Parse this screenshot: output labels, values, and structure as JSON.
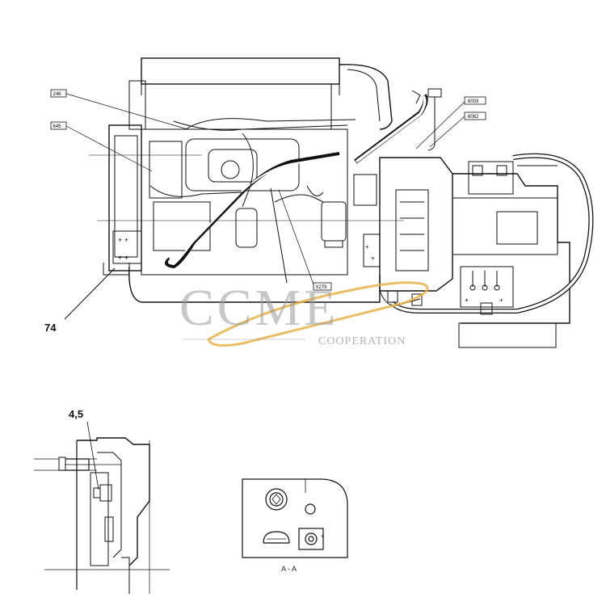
{
  "callouts": {
    "c246": "246",
    "c645": "645",
    "c6003": "6003",
    "c6062": "6062",
    "cX279": "X279"
  },
  "item_label": "74",
  "detail_label": "4,5",
  "section_label": "A - A",
  "watermark": {
    "brand": "CCME",
    "subtitle": "COOPERATION",
    "color": "#e8b34a"
  }
}
